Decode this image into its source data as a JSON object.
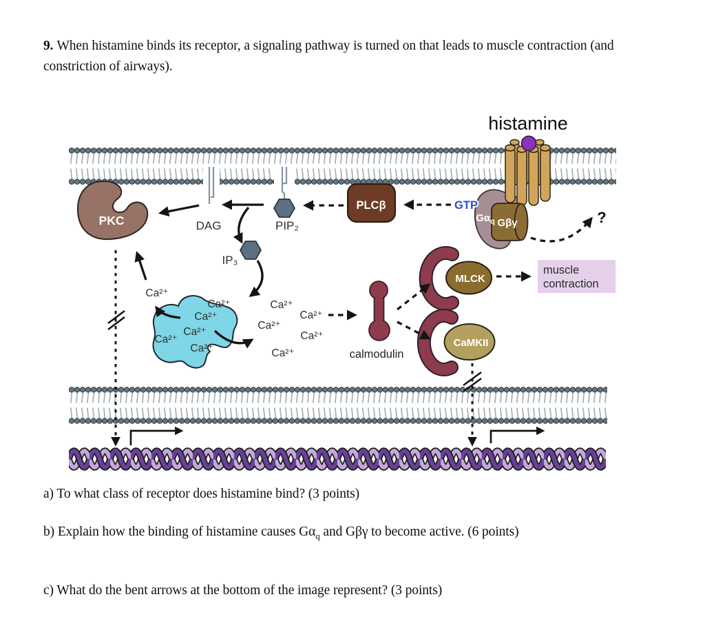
{
  "header": {
    "number": "9.",
    "text": "When histamine binds its receptor, a signaling pathway is turned on that leads to muscle contraction (and constriction of airways)."
  },
  "questions": {
    "a": "a) To what class of receptor does histamine bind? (3 points)",
    "b_pre": "b) Explain how the binding of histamine causes Gα",
    "b_sub": "q",
    "b_post": " and Gβγ to become active. (6 points)",
    "c": "c) What do the bent arrows at the bottom of the image represent? (3 points)"
  },
  "diagram": {
    "labels": {
      "histamine": "histamine",
      "gtp": "GTP",
      "g_alpha_main": "Gα",
      "g_alpha_sub": "q",
      "g_beta_gamma": "Gβγ",
      "unknown_target": "?",
      "plc_beta": "PLCβ",
      "pkc": "PKC",
      "dag": "DAG",
      "pip2": "PIP₂",
      "ip3": "IP₃",
      "ca_ion": "Ca²⁺",
      "calmodulin": "calmodulin",
      "mlck": "MLCK",
      "camkii": "CaMKII",
      "muscle_line1": "muscle",
      "muscle_line2": "contraction"
    },
    "colors": {
      "receptor_tan": "#d2a55c",
      "histamine_purple": "#8b34b5",
      "g_alpha_mauve": "#a68f94",
      "g_beta_olive": "#8a6c35",
      "plc_brown": "#6e3b24",
      "pkc_mauve": "#977267",
      "hexagon_slate": "#5d7083",
      "calcium_store_cyan": "#7fd6e6",
      "maroon": "#8d3b4d",
      "mlck_olive": "#8a6d2e",
      "camkii_tan": "#b3a05e",
      "muscle_box_lavender": "#e5d0ea",
      "membrane_head": "#64757e",
      "dna_dark": "#6a4097",
      "dna_light": "#c3a8d8",
      "gtp_blue": "#2b50c8"
    }
  }
}
